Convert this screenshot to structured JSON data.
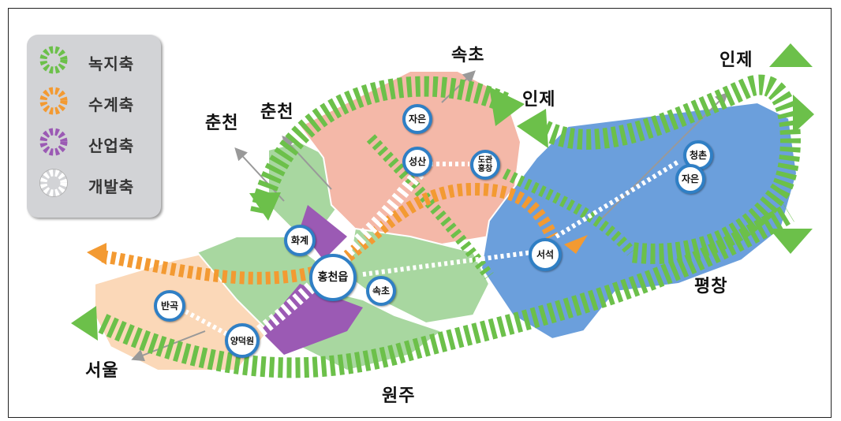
{
  "colors": {
    "green_axis": "#6cc04a",
    "water_axis": "#f39a32",
    "industry_axis": "#9b5ab4",
    "development_axis": "#ffffff",
    "region_pink": "#f4b8a8",
    "region_blue": "#6b9fdc",
    "region_green": "#a8d7a0",
    "region_peach": "#fbd8b8",
    "node_border": "#2f7fc5"
  },
  "legend": {
    "items": [
      {
        "label": "녹지축",
        "icon": "green-dashed-ring"
      },
      {
        "label": "수계축",
        "icon": "orange-dashed-ring"
      },
      {
        "label": "산업축",
        "icon": "purple-dashed-ring"
      },
      {
        "label": "개발축",
        "icon": "white-dashed-ring"
      }
    ]
  },
  "places": {
    "sokcho_top": "속초",
    "inje_top_right": "인제",
    "inje_mid": "인제",
    "chuncheon_left": "춘천",
    "chuncheon_right": "춘천",
    "seoul": "서울",
    "wonju": "원주",
    "pyeongchang": "평창"
  },
  "nodes": {
    "jaeun_top": "자은",
    "seongsan": "성산",
    "dogwan": "도관\n흥창",
    "hwagye": "화계",
    "hongcheon": "홍천읍",
    "sokcho_node": "속초",
    "seoseok": "서석",
    "bangok": "반곡",
    "yangdeokwon": "양덕원",
    "cheongchon": "청촌",
    "jaeun_right": "자은"
  }
}
